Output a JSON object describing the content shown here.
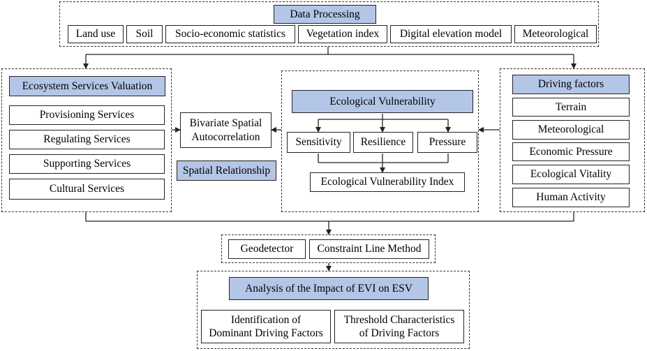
{
  "data_processing": {
    "title": "Data Processing",
    "items": [
      "Land use",
      "Soil",
      "Socio-economic statistics",
      "Vegetation index",
      "Digital elevation model",
      "Meteorological"
    ]
  },
  "esv": {
    "title": "Ecosystem Services Valuation",
    "items": [
      "Provisioning Services",
      "Regulating Services",
      "Supporting Services",
      "Cultural Services"
    ]
  },
  "bivariate": {
    "label_line1": "Bivariate Spatial",
    "label_line2": "Autocorrelation",
    "relationship": "Spatial Relationship"
  },
  "vulnerability": {
    "title": "Ecological Vulnerability",
    "components": [
      "Sensitivity",
      "Resilience",
      "Pressure"
    ],
    "index": "Ecological Vulnerability Index"
  },
  "driving": {
    "title": "Driving factors",
    "items": [
      "Terrain",
      "Meteorological",
      "Economic Pressure",
      "Ecological Vitality",
      "Human Activity"
    ]
  },
  "methods": {
    "items": [
      "Geodetector",
      "Constraint Line Method"
    ]
  },
  "analysis": {
    "title": "Analysis of the Impact of EVI on ESV",
    "left_line1": "Identification of",
    "left_line2": "Dominant Driving Factors",
    "right_line1": "Threshold Characteristics",
    "right_line2": "of Driving Factors"
  }
}
